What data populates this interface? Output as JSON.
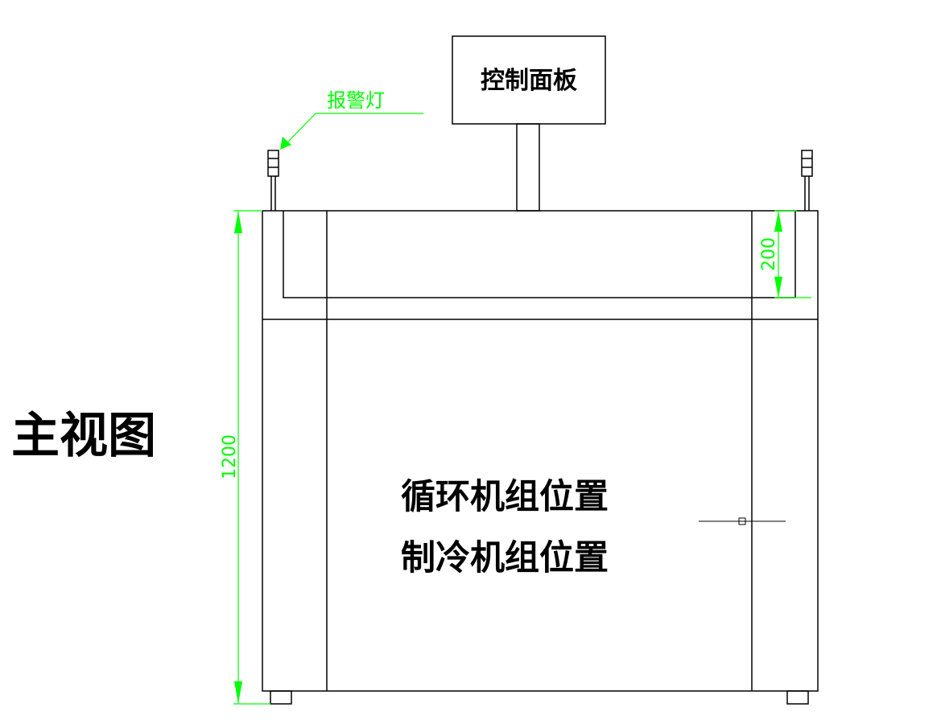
{
  "drawing": {
    "view_title": "主视图",
    "control_panel_label": "控制面板",
    "alarm_light_label": "报警灯",
    "unit_label_line1": "循环机组位置",
    "unit_label_line2": "制冷机组位置",
    "dim_total_height": "1200",
    "dim_top_section": "200"
  },
  "colors": {
    "outline": "#000000",
    "dimension": "#00ff00"
  }
}
